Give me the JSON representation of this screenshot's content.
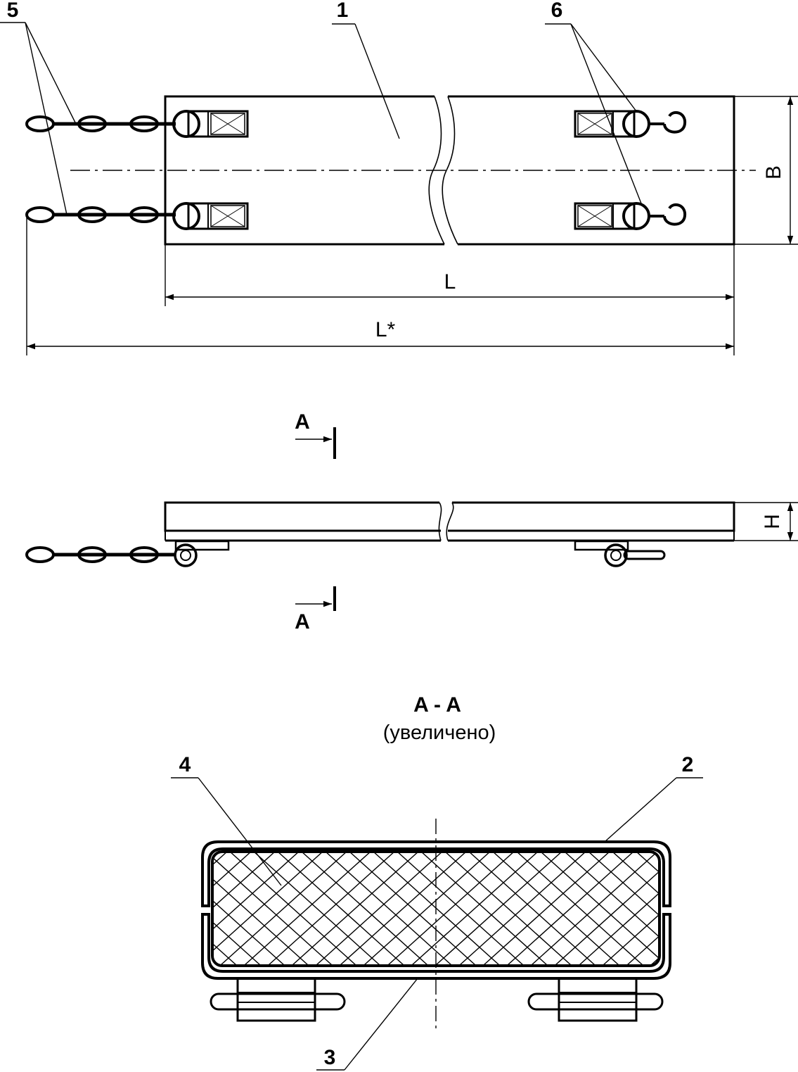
{
  "callouts": {
    "n1": "1",
    "n2": "2",
    "n3": "3",
    "n4": "4",
    "n5": "5",
    "n6": "6"
  },
  "dimensions": {
    "length": "L",
    "overall_length": "L*",
    "width": "B",
    "height": "H"
  },
  "section": {
    "marker": "A",
    "title": "A - A",
    "subtitle": "(увеличено)"
  },
  "colors": {
    "line": "#000000",
    "background": "#ffffff"
  }
}
